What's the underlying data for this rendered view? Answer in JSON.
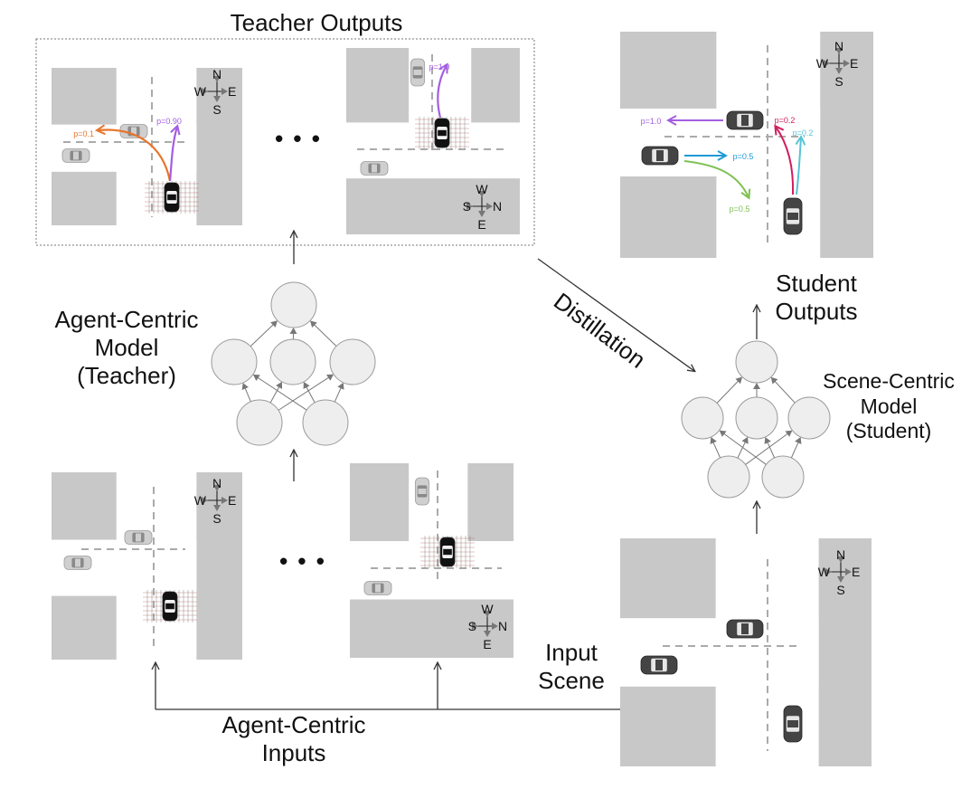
{
  "title": "Teacher Outputs",
  "ellipsis": "• • •",
  "teacher_label": [
    "Agent-Centric",
    "Model",
    "(Teacher)"
  ],
  "student_label": [
    "Scene-Centric",
    "Model",
    "(Student)"
  ],
  "student_outputs_label": [
    "Student",
    "Outputs"
  ],
  "distillation_label": "Distillation",
  "input_scene_label": [
    "Input",
    "Scene"
  ],
  "agent_inputs_label": [
    "Agent-Centric",
    "Inputs"
  ],
  "compass_a": {
    "top": "N",
    "left": "W",
    "right": "E",
    "bottom": "S"
  },
  "compass_b": {
    "top": "W",
    "left": "S",
    "right": "N",
    "bottom": "E"
  },
  "teacher_probs_1": {
    "orange": "p=0.1",
    "purple": "p=0.90"
  },
  "teacher_probs_2": {
    "purple": "p=1.0"
  },
  "student_probs": {
    "purple": "p=1.0",
    "blue": "p=0.5",
    "green": "p=0.5",
    "red": "p=0.2",
    "cyan": "p=0.2"
  },
  "colors": {
    "road_bg": "#c8c8c8",
    "road": "#ffffff",
    "node_fill": "#eeeeee",
    "node_stroke": "#9a9a9a",
    "orange": "#e8742a",
    "purple": "#a35ee0",
    "blue": "#1f9ad6",
    "green": "#7ec153",
    "red": "#d01f5e",
    "cyan": "#55c4d6"
  }
}
